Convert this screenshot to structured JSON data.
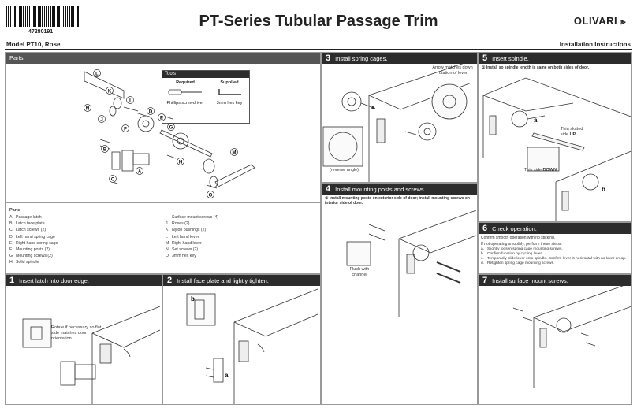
{
  "header": {
    "barcode_number": "47280191",
    "title": "PT-Series Tubular Passage Trim",
    "brand": "OLIVARI",
    "model": "Model PT10, Rose",
    "instructions": "Installation Instructions"
  },
  "parts_panel": {
    "title": "Parts",
    "list_title": "Parts",
    "tools": {
      "title": "Tools",
      "required_label": "Required",
      "supplied_label": "Supplied",
      "required_item": "Phillips screwdriver",
      "supplied_item": "3mm hex key"
    },
    "callouts": [
      "L",
      "K",
      "N",
      "J",
      "I",
      "F",
      "D",
      "E",
      "G",
      "B",
      "C",
      "H",
      "A",
      "M",
      "O"
    ],
    "items_left": [
      {
        "key": "A",
        "text": "Passage latch"
      },
      {
        "key": "B",
        "text": "Latch face plate"
      },
      {
        "key": "C",
        "text": "Latch screws (2)"
      },
      {
        "key": "D",
        "text": "Left hand spring cage"
      },
      {
        "key": "E",
        "text": "Right hand spring cage"
      },
      {
        "key": "F",
        "text": "Mounting posts (2)"
      },
      {
        "key": "G",
        "text": "Mounting screws (2)"
      },
      {
        "key": "H",
        "text": "Solid spindle"
      }
    ],
    "items_right": [
      {
        "key": "I",
        "text": "Surface mount screws (4)"
      },
      {
        "key": "J",
        "text": "Roses (2)"
      },
      {
        "key": "K",
        "text": "Nylon bushings (2)"
      },
      {
        "key": "L",
        "text": "Left hand lever"
      },
      {
        "key": "M",
        "text": "Right hand lever"
      },
      {
        "key": "N",
        "text": "Set screws (2)"
      },
      {
        "key": "O",
        "text": "3mm hex key"
      }
    ]
  },
  "steps": [
    {
      "num": "1",
      "title": "Insert latch into door edge.",
      "note": "Rotate if necessary so flat side matches door orientation"
    },
    {
      "num": "2",
      "title": "Install face plate and lightly tighten.",
      "label_a": "a",
      "label_b": "b"
    },
    {
      "num": "3",
      "title": "Install spring cages.",
      "note": "Arrow matches down rotation of lever",
      "caption": "(reverse angle)"
    },
    {
      "num": "4",
      "title": "Install mounting posts and screws.",
      "note": "① Install mounting posts on exterior side of door; install mounting screws on interior side of door.",
      "caption": "Flush with channel"
    },
    {
      "num": "5",
      "title": "Insert spindle.",
      "note": "① Install so spindle length is same on both sides of door.",
      "slot_text_1": "Thin slotted",
      "slot_text_2": "side",
      "slot_up": "UP",
      "down_text": "This side",
      "down_bold": "DOWN",
      "label_a": "a",
      "label_b": "b"
    },
    {
      "num": "6",
      "title": "Check operation.",
      "intro": "Confirm smooth operation with no sticking.",
      "intro2": "If not operating smoothly, perform these steps:",
      "items": [
        {
          "key": "a.",
          "text": "Slightly loosen spring cage mounting screws."
        },
        {
          "key": "b.",
          "text": "Confirm function by cycling lever."
        },
        {
          "key": "c.",
          "text": "Temporarily slide lever onto spindle. Confirm lever is horizontal with no lever droop."
        },
        {
          "key": "d.",
          "text": "Retighten spring cage mounting screws."
        }
      ]
    },
    {
      "num": "7",
      "title": "Install surface mount screws."
    }
  ]
}
